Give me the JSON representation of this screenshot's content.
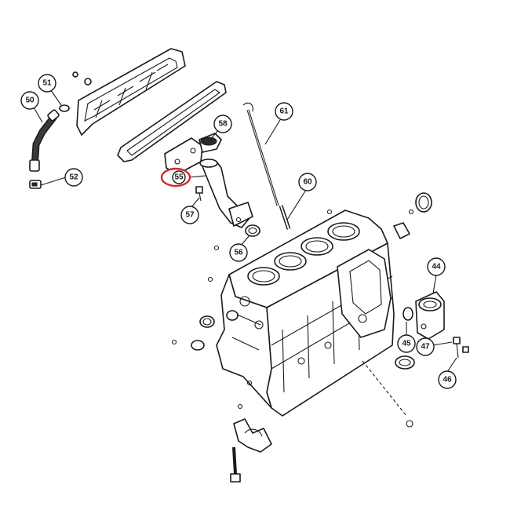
{
  "highlight_color": "#d62828",
  "callouts": [
    {
      "id": "c50",
      "label": "50",
      "highlighted": false
    },
    {
      "id": "c51",
      "label": "51",
      "highlighted": false
    },
    {
      "id": "c52",
      "label": "52",
      "highlighted": false
    },
    {
      "id": "c55",
      "label": "55",
      "highlighted": true
    },
    {
      "id": "c56",
      "label": "56",
      "highlighted": false
    },
    {
      "id": "c57",
      "label": "57",
      "highlighted": false
    },
    {
      "id": "c58",
      "label": "58",
      "highlighted": false
    },
    {
      "id": "c60",
      "label": "60",
      "highlighted": false
    },
    {
      "id": "c61",
      "label": "61",
      "highlighted": false
    },
    {
      "id": "c44",
      "label": "44",
      "highlighted": false
    },
    {
      "id": "c45",
      "label": "45",
      "highlighted": false
    },
    {
      "id": "c46",
      "label": "46",
      "highlighted": false
    },
    {
      "id": "c47",
      "label": "47",
      "highlighted": false
    }
  ]
}
